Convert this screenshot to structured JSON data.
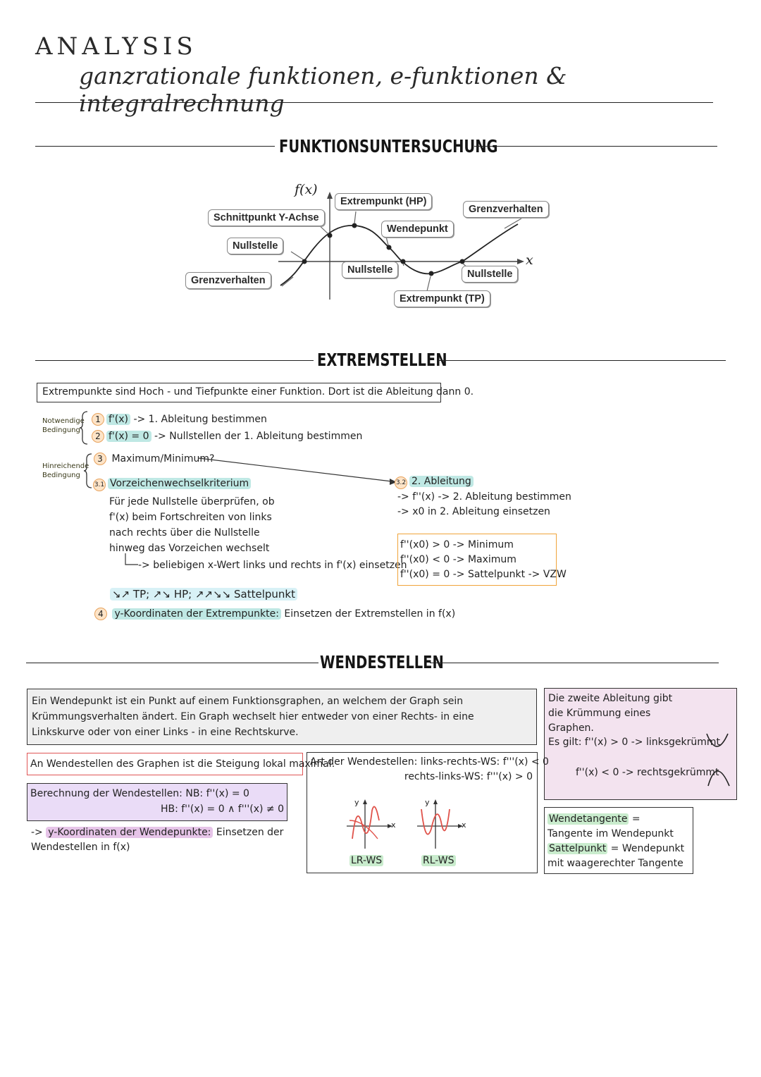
{
  "header": {
    "title": "ANALYSIS",
    "subtitle": "ganzrationale funktionen, e-funktionen & integralrechnung"
  },
  "funktionsuntersuchung": {
    "title": "FUNKTIONSUNTERSUCHUNG",
    "axis_y": "f(x)",
    "axis_x": "x",
    "labels": {
      "schnittpunkt": "Schnittpunkt Y-Achse",
      "extrem_hp": "Extrempunkt (HP)",
      "grenz_right": "Grenzverhalten",
      "wendepunkt": "Wendepunkt",
      "nullstelle_left": "Nullstelle",
      "nullstelle_mid": "Nullstelle",
      "nullstelle_right": "Nullstelle",
      "grenz_left": "Grenzverhalten",
      "extrem_tp": "Extrempunkt (TP)"
    }
  },
  "extremstellen": {
    "title": "EXTREMSTELLEN",
    "definition": "Extrempunkte sind Hoch - und Tiefpunkte einer Funktion. Dort ist die Ableitung dann 0.",
    "notwendig_label": "Notwendige Bedingung",
    "hinreichend_label": "Hinreichende Bedingung",
    "step1_num": "1",
    "step1_expr": "f'(x)",
    "step1_text": "-> 1. Ableitung bestimmen",
    "step2_num": "2",
    "step2_expr": "f'(x) = 0",
    "step2_text": "-> Nullstellen der 1. Ableitung bestimmen",
    "step3_num": "3",
    "step3_text": "Maximum/Minimum?",
    "step31_num": "3.1",
    "step31_title": "Vorzeichenwechselkriterium",
    "step31_desc": [
      "Für jede Nullstelle überprüfen, ob",
      "f'(x) beim Fortschreiten von links",
      "nach rechts über die Nullstelle",
      "hinweg das Vorzeichen wechselt"
    ],
    "step31_hint": "-> beliebigen x-Wert links und rechts in f'(x) einsetzen",
    "arrows_line": "↘↗ TP; ↗↘ HP; ↗↗↘↘ Sattelpunkt",
    "step32_num": "3.2",
    "step32_title": "2. Ableitung",
    "step32_line1": "-> f''(x) -> 2. Ableitung bestimmen",
    "step32_line2": "-> x0 in 2. Ableitung einsetzen",
    "cases": [
      "f''(x0) > 0 -> Minimum",
      "f''(x0) < 0 -> Maximum",
      "f''(x0) = 0 -> Sattelpunkt -> VZW"
    ],
    "step4_num": "4",
    "step4_title": "y-Koordinaten der Extrempunkte:",
    "step4_text": "Einsetzen der Extremstellen in f(x)"
  },
  "wendestellen": {
    "title": "WENDESTELLEN",
    "definition": "Ein Wendepunkt ist ein Punkt auf einem Funktionsgraphen, an welchem der Graph sein Krümmungsverhalten ändert. Ein Graph wechselt hier entweder von einer Rechts- in eine Linkskurve oder von einer Links - in eine Rechtskurve.",
    "steigung": "An Wendestellen des Graphen ist die Steigung lokal maximal.",
    "berechnung_nb": "Berechnung der Wendestellen: NB: f''(x) = 0",
    "berechnung_hb": "HB: f''(x) = 0 ∧ f'''(x) ≠ 0",
    "ykoord_prefix": "->",
    "ykoord_title": "y-Koordinaten der Wendepunkte:",
    "ykoord_text": "Einsetzen der",
    "ykoord_text2": "Wendestellen in f(x)",
    "art_line1": "Art der Wendestellen: links-rechts-WS: f'''(x) < 0",
    "art_line2": "rechts-links-WS: f'''(x) > 0",
    "graph_lr": "LR-WS",
    "graph_rl": "RL-WS",
    "graph_y": "y",
    "graph_x": "x",
    "kruemmung_intro": "Die zweite Ableitung gibt die Krümmung eines Graphen.",
    "kruemmung_links": "Es gilt: f''(x) > 0 -> linksgekrümmt",
    "kruemmung_rechts": "f''(x) < 0 -> rechtsgekrümmt",
    "wendetangente_term": "Wendetangente",
    "wendetangente_def": "= Tangente im Wendepunkt",
    "sattelpunkt_term": "Sattelpunkt",
    "sattelpunkt_def": "= Wendepunkt mit waagerechter Tangente"
  },
  "colors": {
    "teal": "#bfe8e4",
    "purple": "#e6c4e8",
    "orange": "#f0a43a",
    "red_box": "#e05555",
    "pink_box": "#f3e3ef",
    "lavender_box": "#eadcf7",
    "graph_red": "#e0524a"
  }
}
